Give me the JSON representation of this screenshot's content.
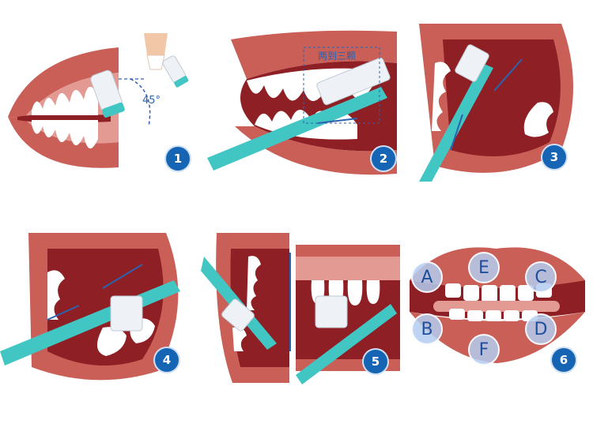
{
  "colors": {
    "lip": "#c95f57",
    "gum": "#e39a92",
    "mouth": "#8e1f24",
    "tooth": "#ffffff",
    "toothbrush": "#42c6c4",
    "bristle": "#eef2f6",
    "arrow": "#2a63b0",
    "badge": "#1565b4",
    "zone": "#b4cdf0"
  },
  "panels": [
    {
      "step": "1",
      "angle_label": "45°"
    },
    {
      "step": "2",
      "annotation": "两到三颗"
    },
    {
      "step": "3"
    },
    {
      "step": "4"
    },
    {
      "step": "5"
    },
    {
      "step": "6",
      "zones": [
        "A",
        "E",
        "C",
        "B",
        "F",
        "D"
      ]
    }
  ]
}
